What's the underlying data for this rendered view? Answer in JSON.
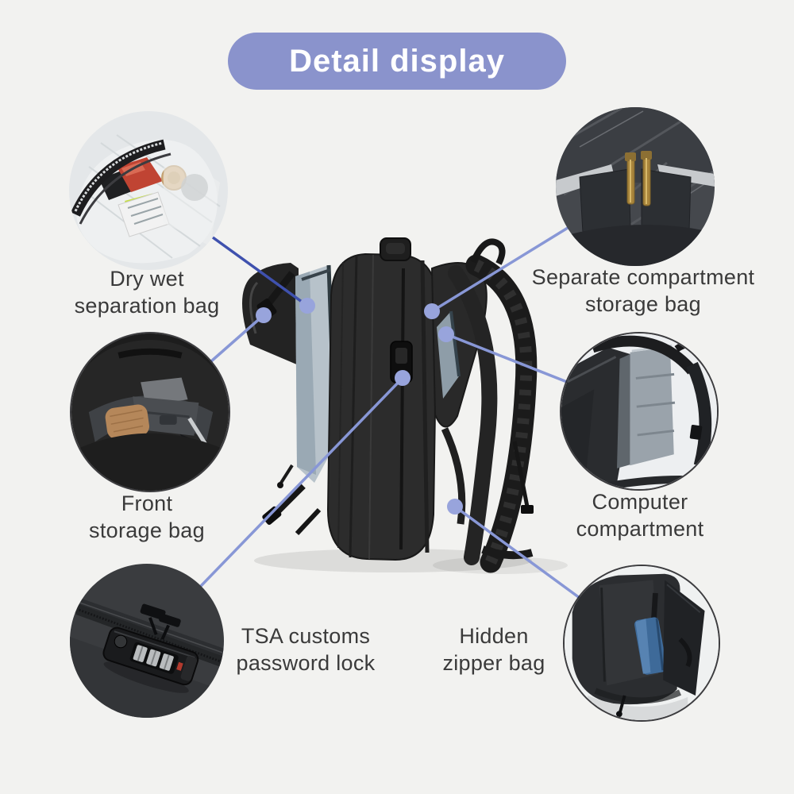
{
  "title_banner": {
    "label": "Detail display"
  },
  "theme": {
    "background": "#f2f2f0",
    "banner_bg": "#8a93cc",
    "banner_text": "#ffffff",
    "label_text": "#3a3a3a",
    "leader_line": "#8897d6",
    "leader_line_dark": "#3f51ae",
    "leader_dot": "#98a4dc"
  },
  "center_image_alt": "black-travel-backpack-side-view",
  "features": [
    {
      "name": "dry-wet-separation-bag",
      "label_line1": "Dry wet",
      "label_line2": "separation bag",
      "photo_alt": "dry-wet-pouch-photo"
    },
    {
      "name": "separate-compartment-storage-bag",
      "label_line1": "Separate compartment",
      "label_line2": "storage bag",
      "photo_alt": "compartment-zippers-photo"
    },
    {
      "name": "front-storage-bag",
      "label_line1": "Front",
      "label_line2": "storage bag",
      "photo_alt": "front-pocket-contents-photo"
    },
    {
      "name": "computer-compartment",
      "label_line1": "Computer",
      "label_line2": "compartment",
      "photo_alt": "laptop-compartment-photo"
    },
    {
      "name": "tsa-customs-password-lock",
      "label_line1": "TSA customs",
      "label_line2": "password lock",
      "photo_alt": "tsa-combination-lock-photo"
    },
    {
      "name": "hidden-zipper-bag",
      "label_line1": "Hidden",
      "label_line2": "zipper bag",
      "photo_alt": "hidden-back-pocket-photo"
    }
  ]
}
